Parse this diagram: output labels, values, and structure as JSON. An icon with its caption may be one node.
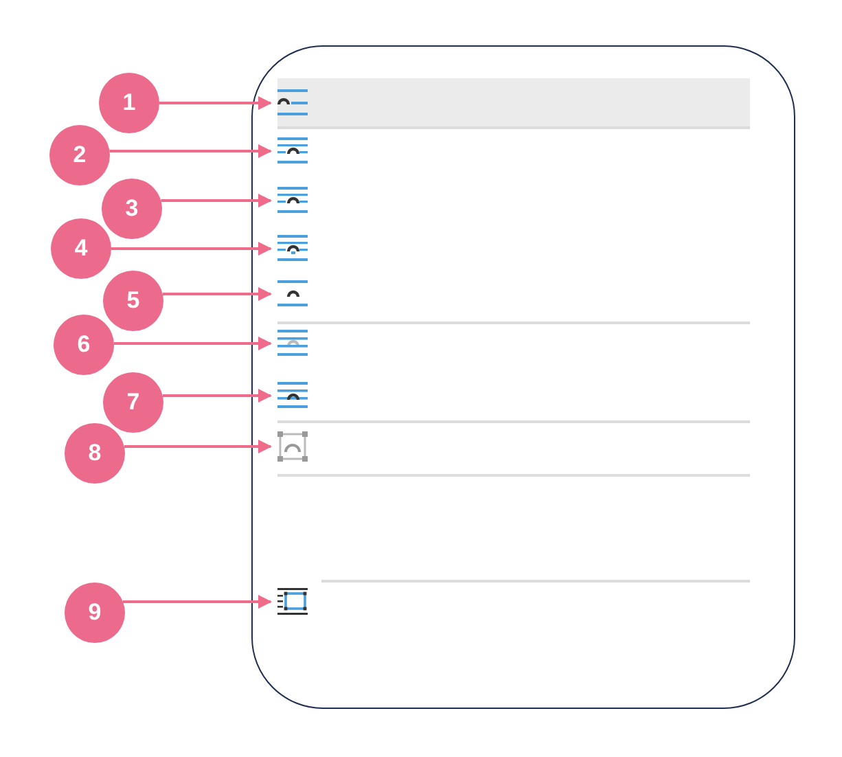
{
  "diagram": {
    "nodes": [
      {
        "text": [
          "1"
        ]
      },
      {
        "text": [],
        "shape": "picture"
      },
      {
        "text": [
          "2"
        ]
      },
      {
        "text": [],
        "shape": "picture"
      },
      {
        "text": [
          "3"
        ]
      },
      {
        "text": [],
        "shape": "picture"
      },
      {
        "text": [
          "4"
        ]
      },
      {
        "text": [],
        "shape": "picture"
      },
      {
        "text": [
          "5"
        ]
      },
      {
        "text": [],
        "shape": "picture"
      },
      {
        "text": [
          "6"
        ]
      },
      {
        "text": [],
        "shape": "picture"
      },
      {
        "text": [
          "7"
        ]
      },
      {
        "text": [],
        "shape": "picture"
      },
      {
        "text": [
          "8"
        ]
      },
      {
        "text": [],
        "shape": "picture"
      },
      {
        "text": [
          "9"
        ]
      },
      {
        "text": [],
        "shape": "picture"
      }
    ],
    "edges": [
      {
        "from": 0,
        "to": 1,
        "arrow": "to"
      },
      {
        "from": 2,
        "to": 3,
        "arrow": "to"
      },
      {
        "from": 4,
        "to": 5,
        "arrow": "to"
      },
      {
        "from": 6,
        "to": 7,
        "arrow": "to"
      },
      {
        "from": 8,
        "to": 9,
        "arrow": "to"
      },
      {
        "from": 10,
        "to": 11,
        "arrow": "to"
      },
      {
        "from": 12,
        "to": 13,
        "arrow": "to"
      },
      {
        "from": 14,
        "to": 15,
        "arrow": "to"
      },
      {
        "from": 16,
        "to": 17,
        "arrow": "to"
      }
    ]
  }
}
